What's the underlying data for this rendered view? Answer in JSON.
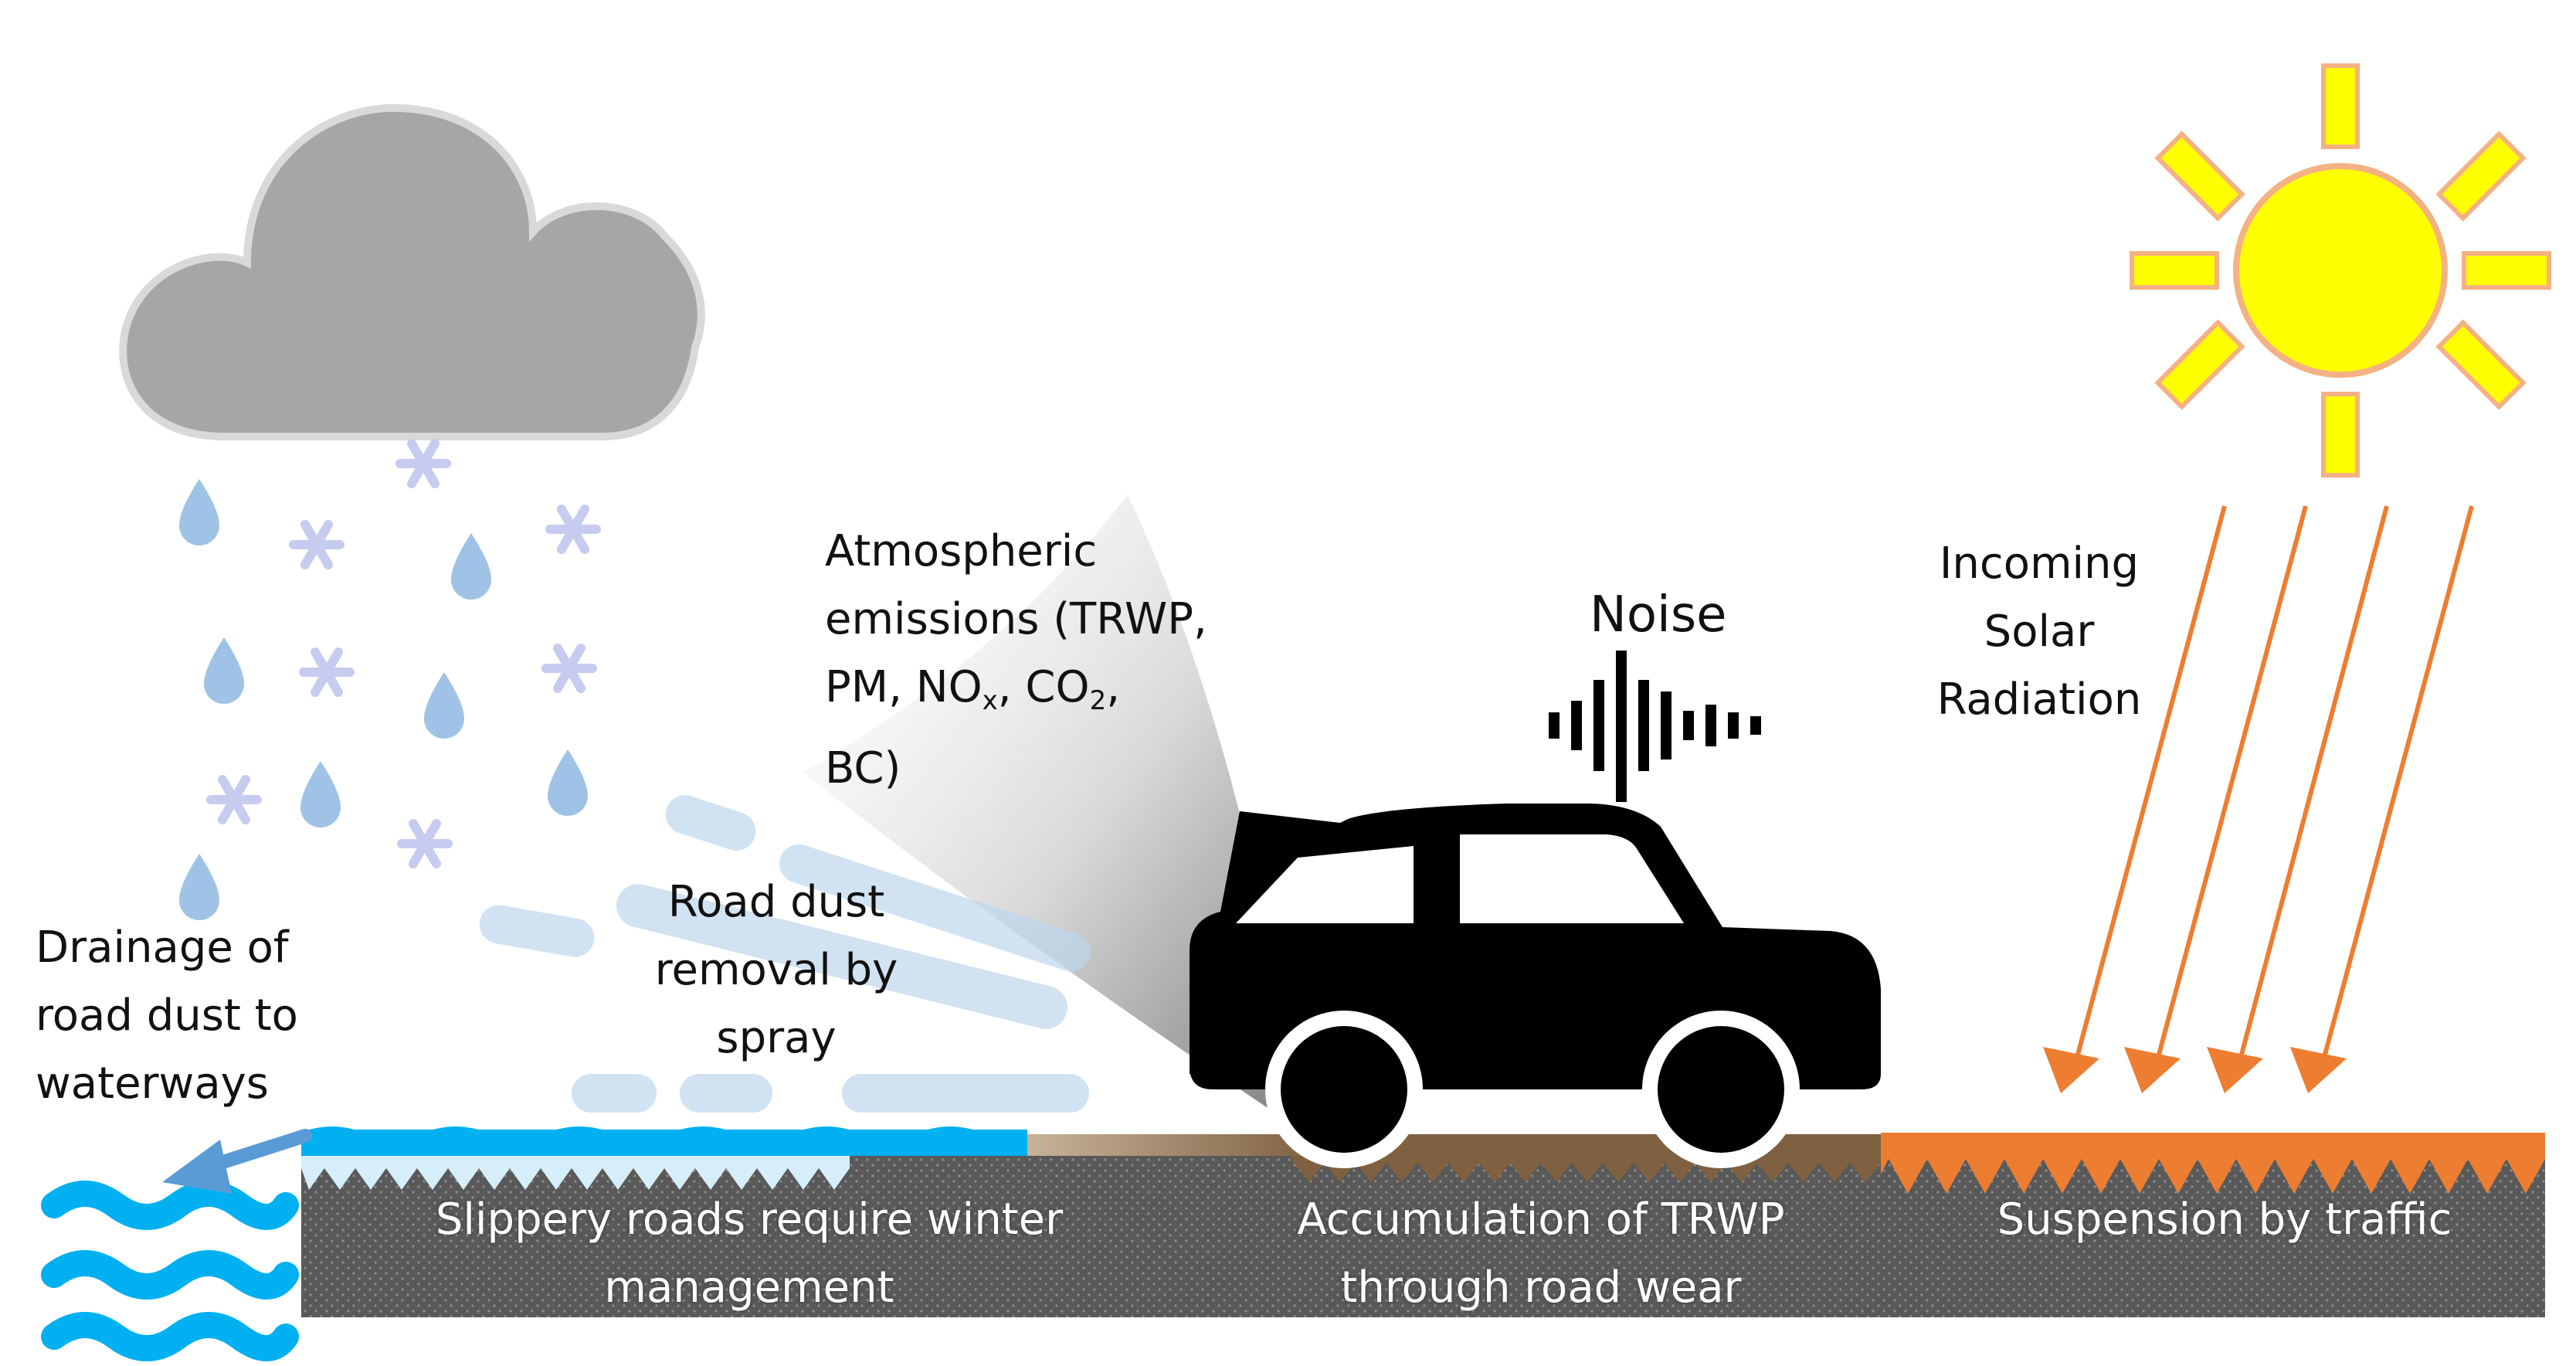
{
  "colors": {
    "cloud": "#a6a6a6",
    "cloud_outline": "#d9d9d9",
    "precip": "#9ec3e6",
    "snow": "#c6cbf0",
    "sun_fill": "#ffff00",
    "sun_outline": "#f4b183",
    "solar_arrow": "#ed7d31",
    "water": "#00b0f0",
    "ice": "#d6eef9",
    "road": "#595959",
    "wear": "#7f6040",
    "suspension": "#ed7d31",
    "car": "#000000",
    "drain_arrow": "#5b9bd5"
  },
  "icons": {
    "cloud": "cloud-icon",
    "sun": "sun-icon",
    "car": "car-icon",
    "noise": "sound-wave-icon",
    "water": "waves-icon"
  },
  "labels": {
    "atmospheric": {
      "line1": "Atmospheric",
      "line2": "emissions (TRWP,",
      "line3_pre": "PM, NO",
      "nox_sub": "x",
      "line3_mid": ", CO",
      "co2_sub": "2",
      "line3_post": ",",
      "line4": "BC)"
    },
    "noise": "Noise",
    "solar": [
      "Incoming",
      "Solar",
      "Radiation"
    ],
    "drainage": [
      "Drainage of",
      "road dust to",
      "waterways"
    ],
    "spray": [
      "Road dust",
      "removal by",
      "spray"
    ],
    "winter": [
      "Slippery roads require winter",
      "management"
    ],
    "accumulation": [
      "Accumulation of TRWP",
      "through road wear"
    ],
    "suspension": "Suspension by traffic"
  }
}
